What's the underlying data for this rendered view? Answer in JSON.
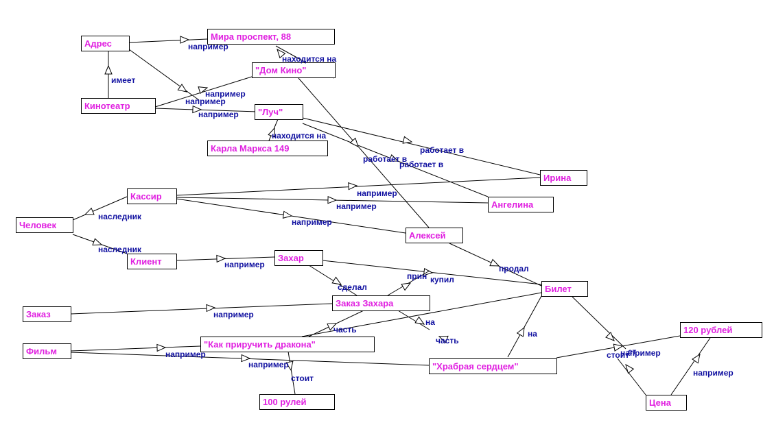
{
  "diagram": {
    "nodes": [
      {
        "id": "adres",
        "label": "Адрес"
      },
      {
        "id": "mira",
        "label": "Мира проспект, 88"
      },
      {
        "id": "domkino",
        "label": "\"Дом Кино\""
      },
      {
        "id": "kinoteatr",
        "label": "Кинотеатр"
      },
      {
        "id": "luch",
        "label": "\"Луч\""
      },
      {
        "id": "karla",
        "label": "Карла Маркса 149"
      },
      {
        "id": "irina",
        "label": "Ирина"
      },
      {
        "id": "kassir",
        "label": "Кассир"
      },
      {
        "id": "angelina",
        "label": "Ангелина"
      },
      {
        "id": "chelovek",
        "label": "Человек"
      },
      {
        "id": "aleksei",
        "label": "Алексей"
      },
      {
        "id": "klient",
        "label": "Клиент"
      },
      {
        "id": "zahar",
        "label": "Захар"
      },
      {
        "id": "bilet",
        "label": "Билет"
      },
      {
        "id": "zakaz",
        "label": "Заказ"
      },
      {
        "id": "zakazzahara",
        "label": "Заказ Захара"
      },
      {
        "id": "rub120",
        "label": "120 рублей"
      },
      {
        "id": "film",
        "label": "Фильм"
      },
      {
        "id": "drakon",
        "label": "\"Как приручить дракона\""
      },
      {
        "id": "hrabraya",
        "label": "\"Храбрая сердцем\""
      },
      {
        "id": "rub100",
        "label": "100 рулей"
      },
      {
        "id": "cena",
        "label": "Цена"
      }
    ],
    "edges": [
      {
        "label": "например"
      },
      {
        "label": "находится на"
      },
      {
        "label": "имеет"
      },
      {
        "label": "например"
      },
      {
        "label": "например"
      },
      {
        "label": "например"
      },
      {
        "label": "находится на"
      },
      {
        "label": "работает в"
      },
      {
        "label": "работает в"
      },
      {
        "label": "работает в"
      },
      {
        "label": "например"
      },
      {
        "label": "например"
      },
      {
        "label": "например"
      },
      {
        "label": "наследник"
      },
      {
        "label": "наследник"
      },
      {
        "label": "например"
      },
      {
        "label": "продал"
      },
      {
        "label": "купил"
      },
      {
        "label": "сделал"
      },
      {
        "label": "прин"
      },
      {
        "label": "например"
      },
      {
        "label": "часть"
      },
      {
        "label": "на"
      },
      {
        "label": "часть"
      },
      {
        "label": "на"
      },
      {
        "label": "например"
      },
      {
        "label": "например"
      },
      {
        "label": "стоит"
      },
      {
        "label": "стоит"
      },
      {
        "label": "ет"
      },
      {
        "label": "например"
      },
      {
        "label": "например"
      }
    ]
  }
}
